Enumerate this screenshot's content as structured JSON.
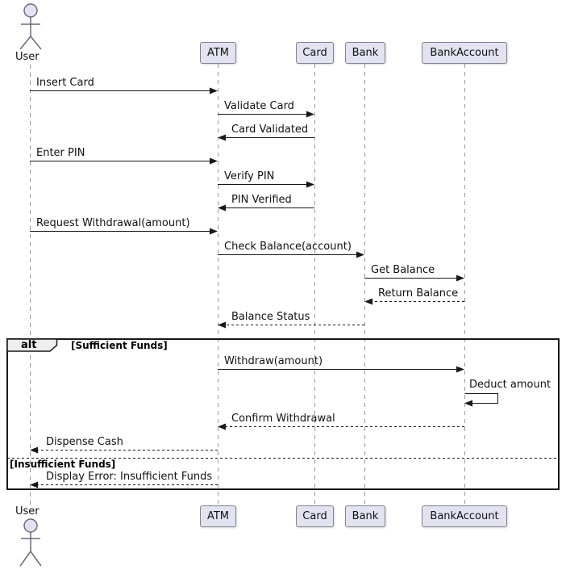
{
  "participants": [
    {
      "label": "User",
      "type": "actor"
    },
    {
      "label": "ATM",
      "type": "participant"
    },
    {
      "label": "Card",
      "type": "participant"
    },
    {
      "label": "Bank",
      "type": "participant"
    },
    {
      "label": "BankAccount",
      "type": "participant"
    }
  ],
  "messages": [
    "Insert Card",
    "Validate Card",
    "Card Validated",
    "Enter PIN",
    "Verify PIN",
    "PIN Verified",
    "Request Withdrawal(amount)",
    "Check Balance(account)",
    "Get Balance",
    "Return Balance",
    "Balance Status",
    "Withdraw(amount)",
    "Deduct amount",
    "Confirm Withdrawal",
    "Dispense Cash",
    "Display Error: Insufficient Funds"
  ],
  "alt": {
    "operator": "alt",
    "conditions": [
      "[Sufficient Funds]",
      "[Insufficient Funds]"
    ]
  },
  "colors": {
    "participant_fill": "#E2E2F0",
    "participant_border": "#83838f",
    "lifeline": "#999999",
    "line": "#181818",
    "operator_fill": "#EEEEEE",
    "background": "#FFFFFF"
  }
}
